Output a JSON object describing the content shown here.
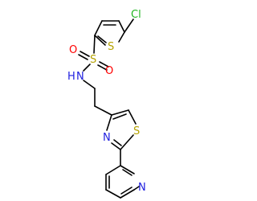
{
  "molecule": {
    "atoms": {
      "chlorine": "Cl",
      "thiophene_sulfur": "S",
      "sulfonyl_sulfur": "S",
      "sulfonyl_oxygen_top": "O",
      "sulfonyl_oxygen_bottom": "O",
      "amine_nitrogen": "N",
      "amine_hydrogen": "H",
      "thiazole_sulfur": "S",
      "thiazole_nitrogen": "N",
      "pyridine_nitrogen": "N"
    },
    "colors": {
      "bond": "#000000",
      "sulfur": "#b5a200",
      "chlorine": "#1fb51f",
      "oxygen": "#ff0000",
      "nitrogen": "#2020e0"
    }
  }
}
